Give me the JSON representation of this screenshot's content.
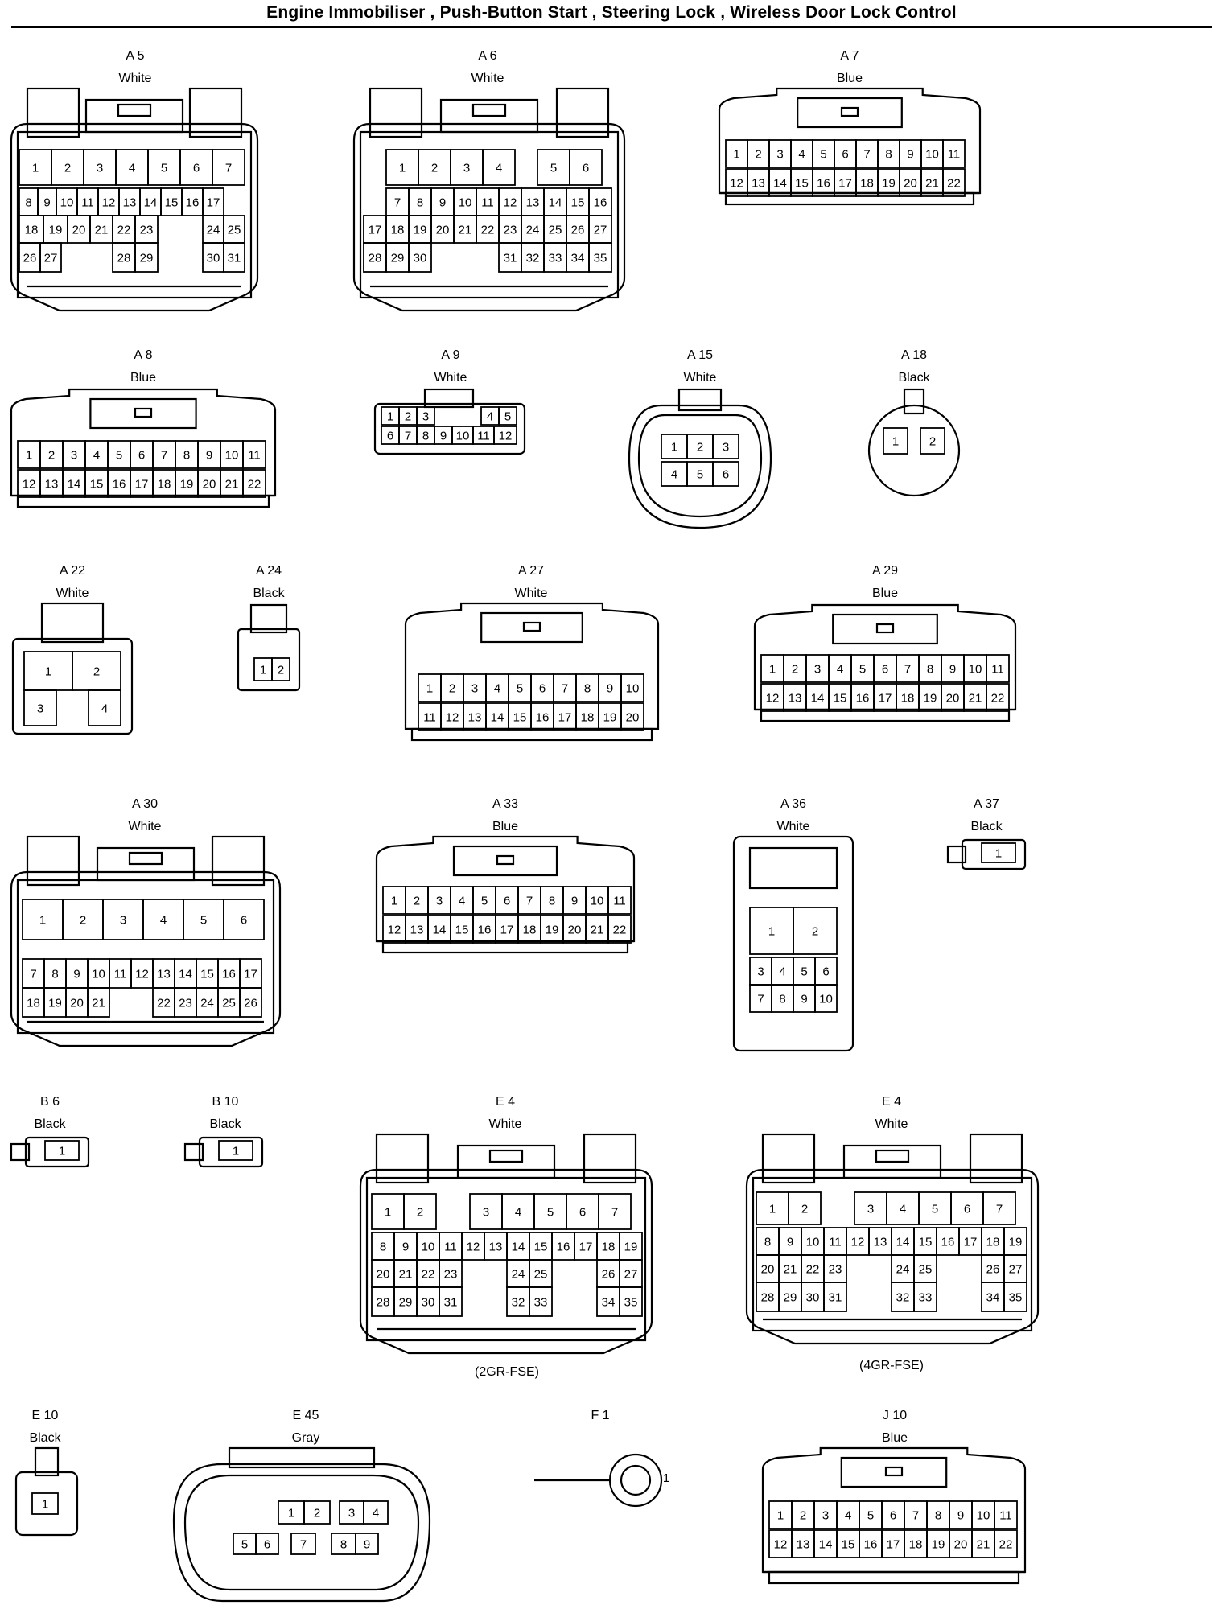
{
  "title": "Engine Immobiliser , Push-Button Start , Steering Lock , Wireless Door Lock Control",
  "connectors": [
    {
      "id": "A 5",
      "color": "White"
    },
    {
      "id": "A 6",
      "color": "White"
    },
    {
      "id": "A 7",
      "color": "Blue"
    },
    {
      "id": "A 8",
      "color": "Blue"
    },
    {
      "id": "A 9",
      "color": "White"
    },
    {
      "id": "A 15",
      "color": "White"
    },
    {
      "id": "A 18",
      "color": "Black"
    },
    {
      "id": "A 22",
      "color": "White"
    },
    {
      "id": "A 24",
      "color": "Black"
    },
    {
      "id": "A 27",
      "color": "White"
    },
    {
      "id": "A 29",
      "color": "Blue"
    },
    {
      "id": "A 30",
      "color": "White"
    },
    {
      "id": "A 33",
      "color": "Blue"
    },
    {
      "id": "A 36",
      "color": "White"
    },
    {
      "id": "A 37",
      "color": "Black"
    },
    {
      "id": "B 6",
      "color": "Black"
    },
    {
      "id": "B 10",
      "color": "Black"
    },
    {
      "id": "E 4",
      "color": "White",
      "note": "(2GR-FSE)"
    },
    {
      "id": "E 4",
      "color": "White",
      "note": "(4GR-FSE)"
    },
    {
      "id": "E 10",
      "color": "Black"
    },
    {
      "id": "E 45",
      "color": "Gray"
    },
    {
      "id": "F 1",
      "color": "",
      "pin_label": "1"
    },
    {
      "id": "J 10",
      "color": "Blue"
    }
  ]
}
